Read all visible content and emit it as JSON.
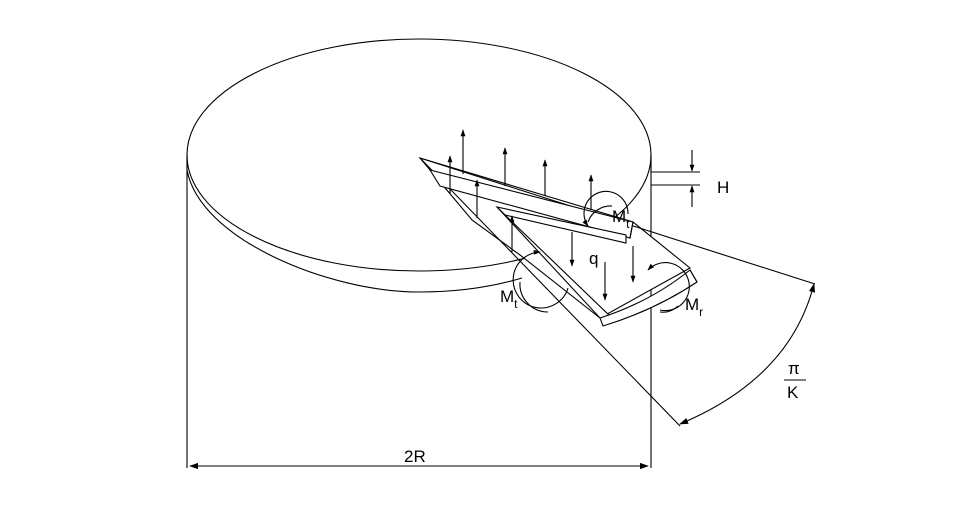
{
  "labels": {
    "height": "H",
    "twist_moment_symbol": "M",
    "twist_moment_subscript": "t",
    "radial_moment_symbol": "M",
    "radial_moment_subscript": "r",
    "load": "q",
    "angle_numerator": "π",
    "angle_denominator": "K",
    "diameter": "2R"
  }
}
